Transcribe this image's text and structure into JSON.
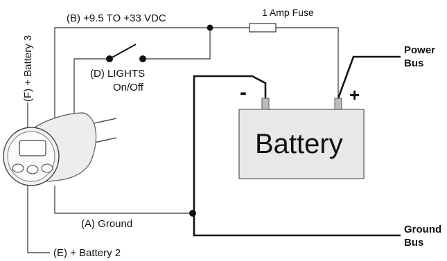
{
  "labels": {
    "supply": "(B) +9.5 TO +33 VDC",
    "fuse": "1 Amp Fuse",
    "power_bus_line1": "Power",
    "power_bus_line2": "Bus",
    "lights_line1": "(D) LIGHTS",
    "lights_line2": "On/Off",
    "battery3": "(F) + Battery 3",
    "minus": "-",
    "plus": "+",
    "battery": "Battery",
    "ground": "(A) Ground",
    "ground_bus_line1": "Ground",
    "ground_bus_line2": "Bus",
    "battery2": "(E) + Battery 2"
  },
  "colors": {
    "wire": "#111111",
    "thin_wire": "#333333",
    "battery_fill": "#e8e8e8",
    "gauge_face": "#f2f2f2",
    "terminal": "#bdbdbd"
  }
}
